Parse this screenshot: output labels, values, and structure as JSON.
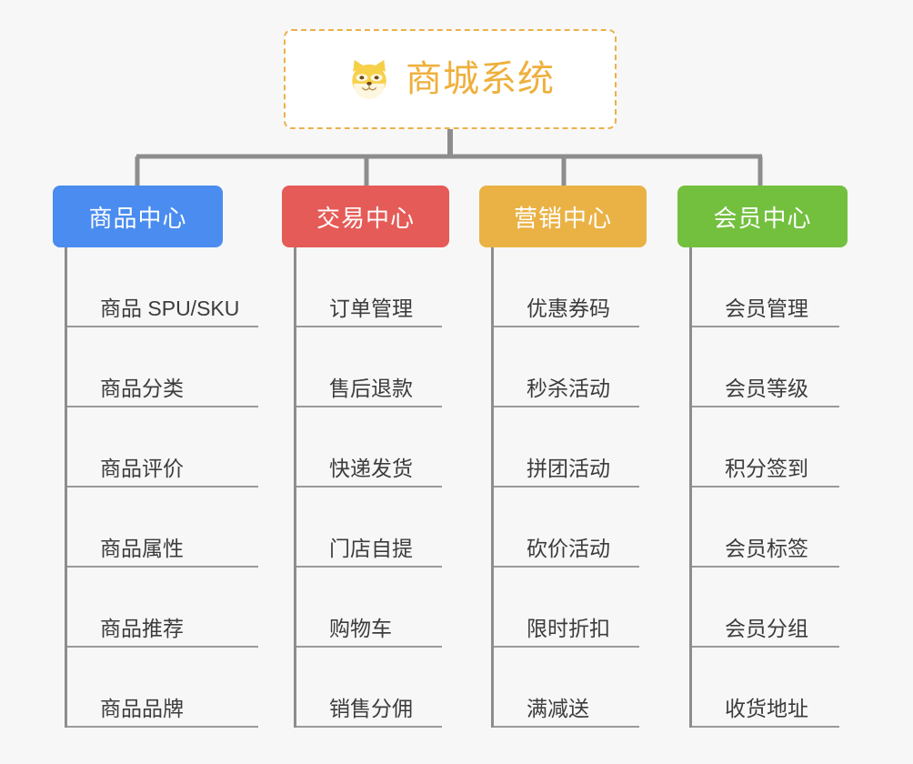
{
  "page": {
    "background_color": "#f7f7f7",
    "line_color": "#8d8d8d",
    "leaf_text_color": "#3c3c3c"
  },
  "root": {
    "title": "商城系统",
    "icon": "shiba-dog-icon",
    "text_color": "#eeb03c",
    "border_color": "#ecb14c",
    "background_color": "#ffffff"
  },
  "branches": [
    {
      "label": "商品中心",
      "color": "#4a8cf0",
      "items": [
        "商品 SPU/SKU",
        "商品分类",
        "商品评价",
        "商品属性",
        "商品推荐",
        "商品品牌"
      ]
    },
    {
      "label": "交易中心",
      "color": "#e55b57",
      "items": [
        "订单管理",
        "售后退款",
        "快递发货",
        "门店自提",
        "购物车",
        "销售分佣"
      ]
    },
    {
      "label": "营销中心",
      "color": "#eab245",
      "items": [
        "优惠券码",
        "秒杀活动",
        "拼团活动",
        "砍价活动",
        "限时折扣",
        "满减送"
      ]
    },
    {
      "label": "会员中心",
      "color": "#73c03f",
      "items": [
        "会员管理",
        "会员等级",
        "积分签到",
        "会员标签",
        "会员分组",
        "收货地址"
      ]
    }
  ]
}
